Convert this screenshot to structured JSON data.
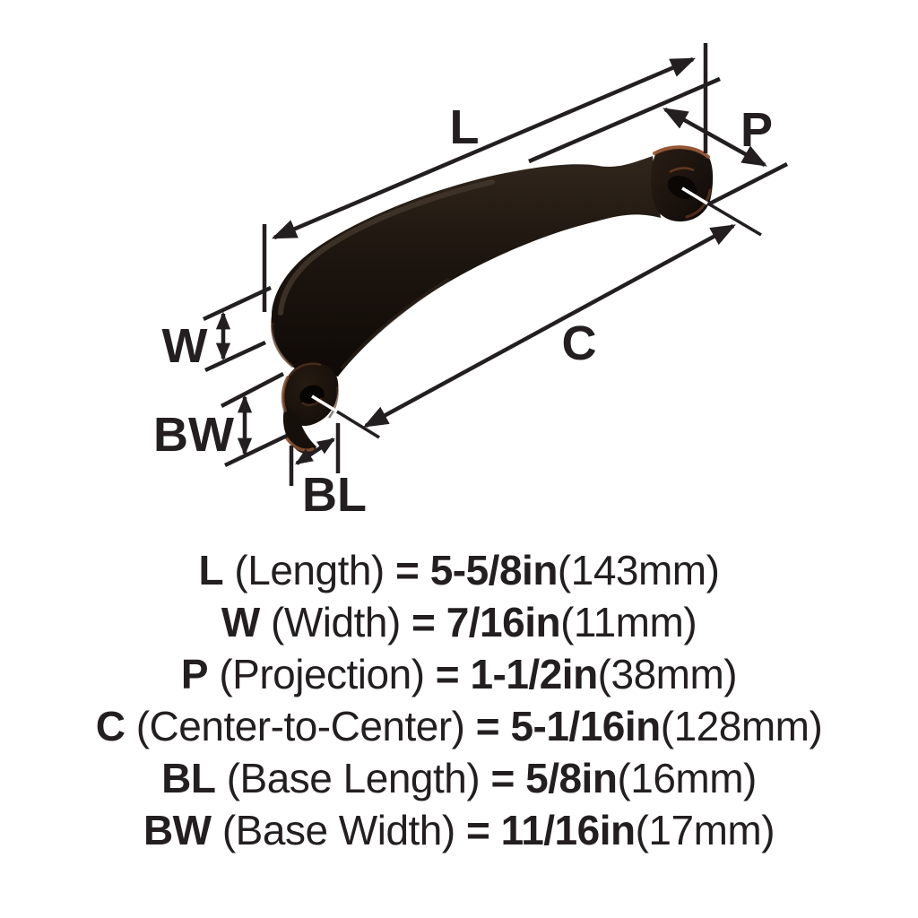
{
  "diagram": {
    "labels": {
      "L": "L",
      "P": "P",
      "W": "W",
      "C": "C",
      "BL": "BL",
      "BW": "BW"
    },
    "colors": {
      "line": "#231f20",
      "handle_dark": "#1d150f",
      "bronze_accent": "#8a4f30",
      "background": "#ffffff"
    }
  },
  "specs": [
    {
      "abbr": "L",
      "name": "(Length)",
      "eq": "=",
      "value": "5-5/8in",
      "metric": "(143mm)"
    },
    {
      "abbr": "W",
      "name": "(Width)",
      "eq": "=",
      "value": "7/16in",
      "metric": "(11mm)"
    },
    {
      "abbr": "P",
      "name": "(Projection)",
      "eq": "=",
      "value": "1-1/2in",
      "metric": "(38mm)"
    },
    {
      "abbr": "C",
      "name": "(Center-to-Center)",
      "eq": "=",
      "value": "5-1/16in",
      "metric": "(128mm)"
    },
    {
      "abbr": "BL",
      "name": "(Base Length)",
      "eq": "=",
      "value": "5/8in",
      "metric": "(16mm)"
    },
    {
      "abbr": "BW",
      "name": "(Base Width)",
      "eq": "=",
      "value": "11/16in",
      "metric": "(17mm)"
    }
  ]
}
